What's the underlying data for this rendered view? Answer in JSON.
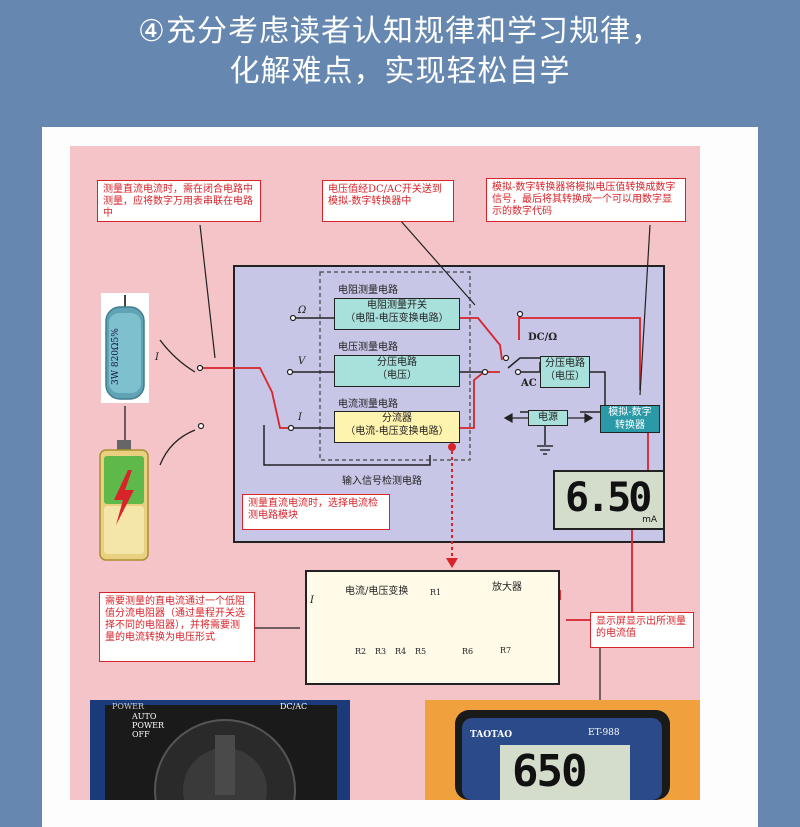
{
  "headline": {
    "line1": "④充分考虑读者认知规律和学习规律，",
    "line2": "化解难点，实现轻松自学"
  },
  "notes": {
    "top_left": "测量直流电流时，需在闭合电路中测量，应将数字万用表串联在电路中",
    "top_mid": "电压值经DC/AC开关送到模拟-数字转换器中",
    "top_right": "模拟-数字转换器将模拟电压值转换成数字信号，最后将其转换成一个可以用数字显示的数字代码",
    "mid": "测量直流电流时，选择电流检测电路模块",
    "bottom_left": "需要测量的直电流通过一个低阻值分流电阻器（通过量程开关选择不同的电阻器），并将需要测量的电流转换为电压形式",
    "bottom_right": "显示屏显示出所测量的电流值"
  },
  "circuit": {
    "resistance_group": "电阻测量电路",
    "resistance_block": "电阻测量开关\n（电阻-电压变换电路）",
    "voltage_group": "电压测量电路",
    "voltage_block": "分压电路\n（电压）",
    "current_group": "电流测量电路",
    "current_block": "分流器\n（电流-电压变换电路）",
    "input_label": "输入信号检测电路",
    "omega": "Ω",
    "v": "V",
    "i": "I",
    "dc_omega": "DC/Ω",
    "ac": "AC",
    "divider": "分压电路\n（电压）",
    "power": "电源",
    "adc": "模拟-数字\n转换器",
    "display_value": "6.50",
    "display_unit": "mA"
  },
  "amp_circuit": {
    "title": "电流/电压变换",
    "amp": "放大器",
    "i": "I",
    "r1": "R1",
    "r2": "R2",
    "r3": "R3",
    "r4": "R4",
    "r5": "R5",
    "r6": "R6",
    "r7": "R7"
  },
  "resistor": {
    "label": "3W 820Ω5%"
  },
  "meter": {
    "left_brand": "POWER",
    "auto": "AUTO\nPOWER\nOFF",
    "brand": "TAOTAO",
    "model": "ET-988",
    "top_label": "DC/AC",
    "display_value": "650"
  }
}
